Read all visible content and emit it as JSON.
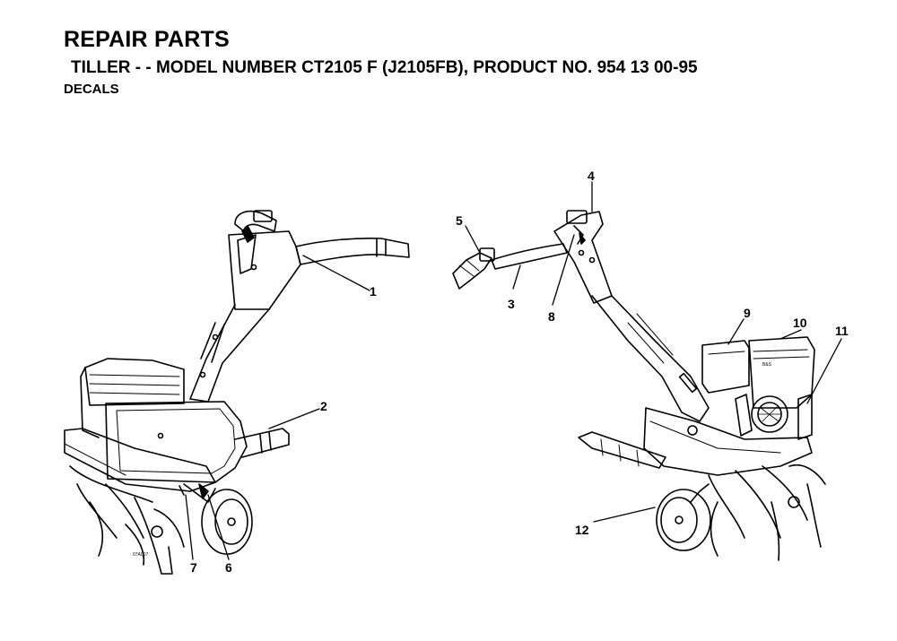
{
  "header": {
    "title": "REPAIR PARTS",
    "subtitle": "TILLER - - MODEL NUMBER CT2105 F (J2105FB), PRODUCT NO. 954 13 00-95",
    "section": "DECALS"
  },
  "callouts": [
    "1",
    "2",
    "3",
    "4",
    "5",
    "6",
    "7",
    "8",
    "9",
    "10",
    "11",
    "12"
  ],
  "diagram_marks": {
    "left_view_code": "07AL07",
    "engine_label": "B&S"
  }
}
